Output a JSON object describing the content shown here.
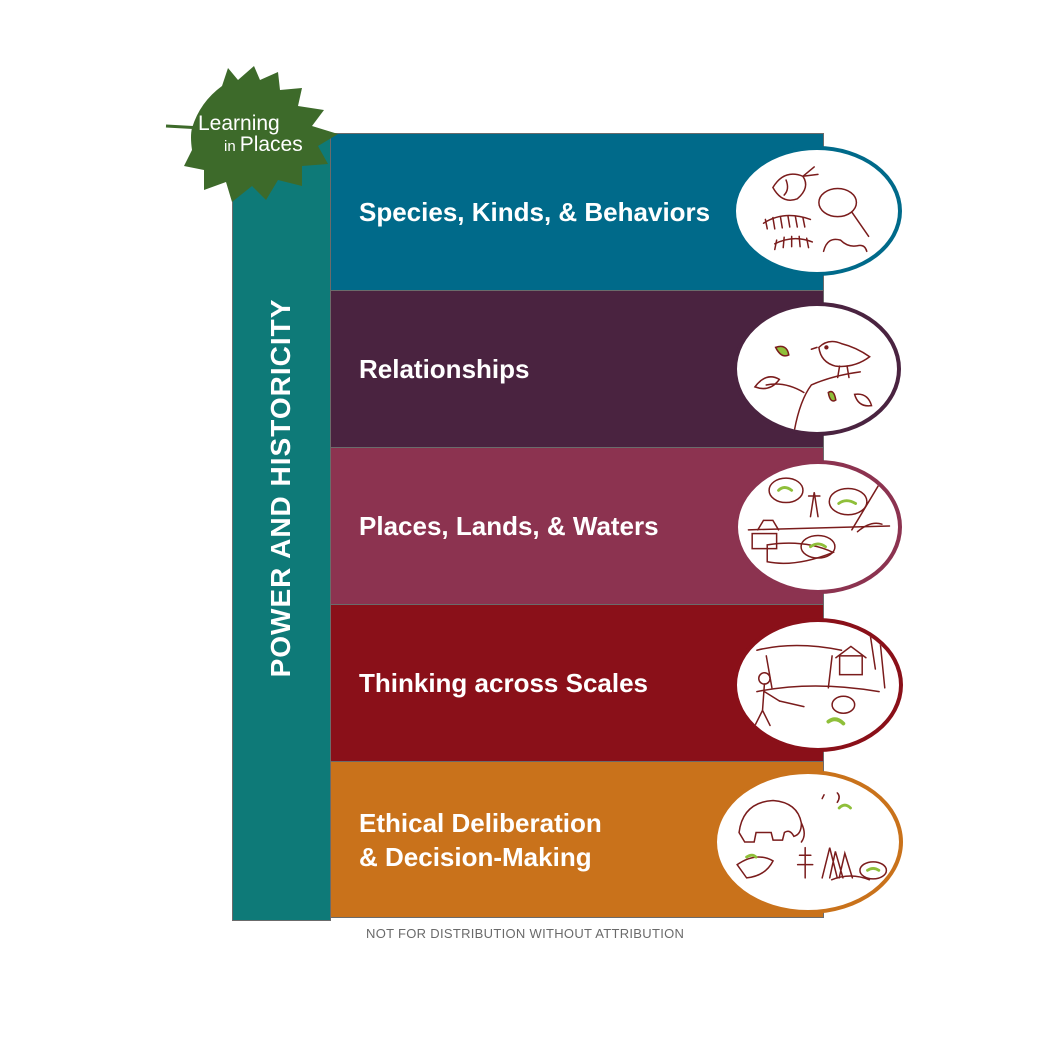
{
  "logo": {
    "line1": "Learning",
    "line2_small": "in",
    "line2_large": "Places"
  },
  "side_label": "POWER AND HISTORICITY",
  "bands": [
    {
      "label": "Species, Kinds, & Behaviors",
      "color": "#006a8a",
      "circle_border": "#006a8a"
    },
    {
      "label": "Relationships",
      "color": "#4a2340",
      "circle_border": "#4a2340"
    },
    {
      "label": "Places, Lands, & Waters",
      "color": "#8c3350",
      "circle_border": "#8c3350"
    },
    {
      "label": "Thinking across Scales",
      "color": "#8a1019",
      "circle_border": "#8a1019"
    },
    {
      "label": "Ethical Deliberation\n& Decision-Making",
      "color": "#c9721b",
      "circle_border": "#c9721b"
    }
  ],
  "side_color": "#0e7a78",
  "footer": "NOT FOR DISTRIBUTION WITHOUT ATTRIBUTION"
}
